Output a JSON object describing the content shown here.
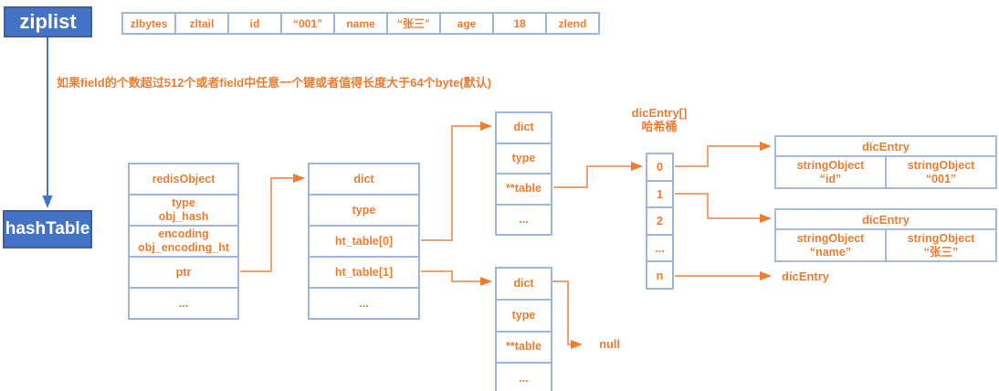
{
  "colors": {
    "orange_text": "#ED7D31",
    "orange_line": "#F2A171",
    "blue_fill": "#4472C4",
    "box_border_blue": "#9FB6DC"
  },
  "ziplist": {
    "title": "ziplist",
    "cells": [
      "zlbytes",
      "zltail",
      "id",
      "“001”",
      "name",
      "“张三”",
      "age",
      "18",
      "zlend"
    ]
  },
  "note": "如果field的个数超过512个或者field中任意一个键或者值得长度大于64个byte(默认)",
  "hashtable": {
    "title": "hashTable"
  },
  "redis_object": {
    "rows": [
      [
        "redisObject"
      ],
      [
        "type",
        "obj_hash"
      ],
      [
        "encoding",
        "obj_encoding_ht"
      ],
      [
        "ptr"
      ],
      [
        "..."
      ]
    ]
  },
  "dict_main": {
    "rows": [
      [
        "dict"
      ],
      [
        "type"
      ],
      [
        "ht_table[0]"
      ],
      [
        "ht_table[1]"
      ],
      [
        "..."
      ]
    ]
  },
  "dict_top": {
    "rows": [
      [
        "dict"
      ],
      [
        "type"
      ],
      [
        "**table"
      ],
      [
        "..."
      ]
    ]
  },
  "dict_bottom": {
    "rows": [
      [
        "dict"
      ],
      [
        "type"
      ],
      [
        "**table"
      ],
      [
        "..."
      ]
    ]
  },
  "bucket": {
    "label_line1": "dicEntry[]",
    "label_line2": "哈希桶",
    "cells": [
      "0",
      "1",
      "2",
      "...",
      "n"
    ]
  },
  "dic_entries": [
    {
      "title": "dicEntry",
      "key_line1": "stringObject",
      "key_line2": "“id”",
      "val_line1": "stringObject",
      "val_line2": "“001”"
    },
    {
      "title": "dicEntry",
      "key_line1": "stringObject",
      "key_line2": "“name”",
      "val_line1": "stringObject",
      "val_line2": "“张三”"
    }
  ],
  "labels": {
    "dic_entry": "dicEntry",
    "null": "null"
  }
}
